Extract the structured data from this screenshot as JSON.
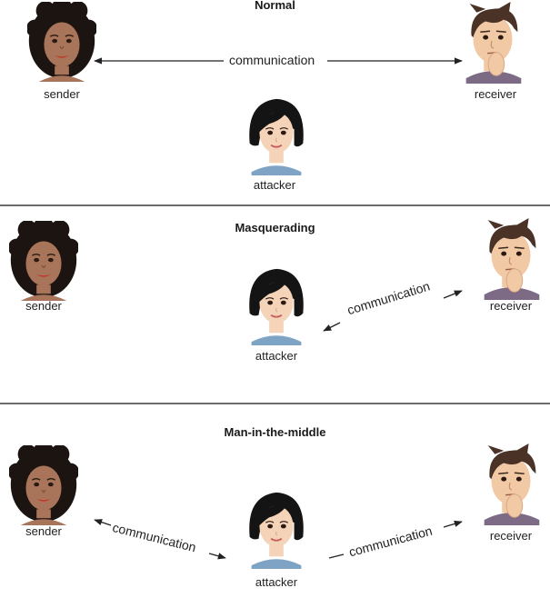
{
  "panels": {
    "normal": {
      "title": "Normal",
      "sender_label": "sender",
      "receiver_label": "receiver",
      "attacker_label": "attacker",
      "communication_label": "communication"
    },
    "masquerading": {
      "title": "Masquerading",
      "sender_label": "sender",
      "receiver_label": "receiver",
      "attacker_label": "attacker",
      "communication_label": "communication"
    },
    "mitm": {
      "title": "Man-in-the-middle",
      "sender_label": "sender",
      "receiver_label": "receiver",
      "attacker_label": "attacker",
      "communication_left_label": "communication",
      "communication_right_label": "communication"
    }
  },
  "colors": {
    "divider": "#6b6b6b",
    "sender_hair": "#1c1410",
    "sender_skin": "#a8745a",
    "receiver_hair": "#4a3226",
    "receiver_skin": "#f1c9a5",
    "attacker_hair": "#141414",
    "attacker_skin": "#f4d3b8",
    "attacker_shirt": "#7fa3c4"
  }
}
